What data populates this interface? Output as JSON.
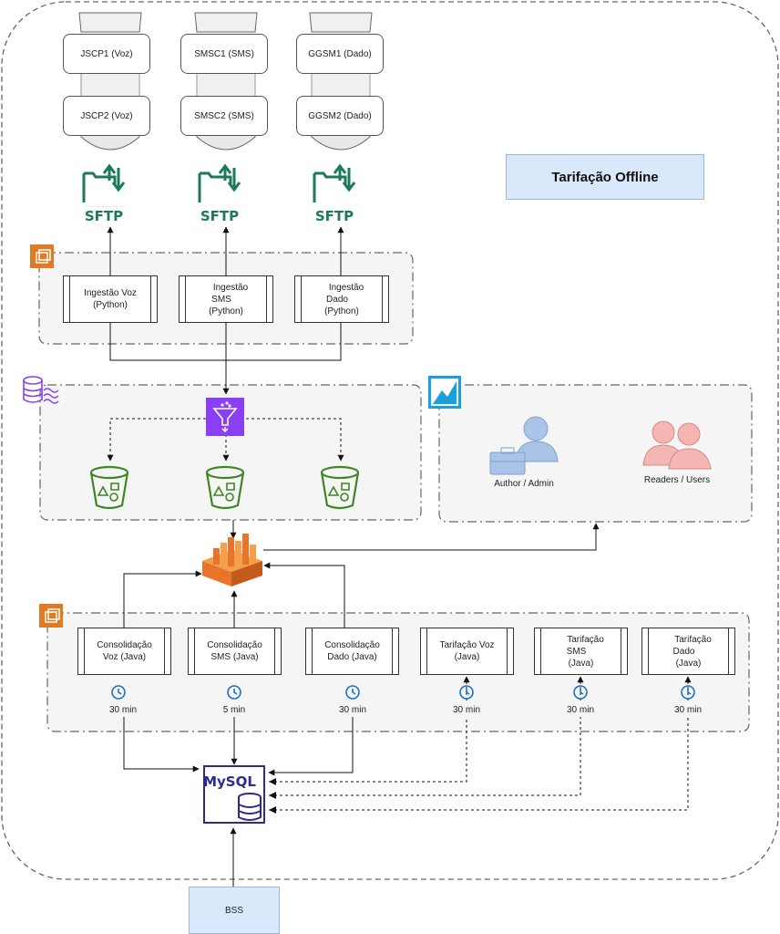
{
  "title": "Tarifação Offline",
  "sources": {
    "voz": [
      "JSCP1 (Voz)",
      "JSCP2 (Voz)"
    ],
    "sms": [
      "SMSC1 (SMS)",
      "SMSC2 (SMS)"
    ],
    "dado": [
      "GGSM1 (Dado)",
      "GGSM2 (Dado)"
    ]
  },
  "sftp_label": "SFTP",
  "ingestion": [
    {
      "line1": "Ingestão Voz",
      "line2": "(Python)"
    },
    {
      "line1": "Ingestão SMS",
      "line2": "(Python)"
    },
    {
      "line1": "Ingestão Dado",
      "line2": "(Python)"
    }
  ],
  "dashboard_users": {
    "author": "Author / Admin",
    "readers": "Readers / Users"
  },
  "processes": [
    {
      "line1": "Consolidação",
      "line2": "Voz (Java)",
      "timer": "30 min"
    },
    {
      "line1": "Consolidação",
      "line2": "SMS (Java)",
      "timer": "5 min"
    },
    {
      "line1": "Consolidação",
      "line2": "Dado (Java)",
      "timer": "30 min"
    },
    {
      "line1": "Tarifação Voz",
      "line2": "(Java)",
      "timer": "30 min"
    },
    {
      "line1": "Tarifação SMS",
      "line2": "(Java)",
      "timer": "30 min"
    },
    {
      "line1": "Tarifação Dado",
      "line2": "(Java)",
      "timer": "30 min"
    }
  ],
  "database_label": "MySQL",
  "bss_label": "BSS",
  "colors": {
    "sftp_green": "#1b7a5a",
    "bucket_green": "#3f8624",
    "filter_purple": "#8a3ff5",
    "mysql_navy": "#2e2b8f",
    "redshift_orange": "#e8742b",
    "ec2_orange": "#e07b24",
    "user_blue": "#a9c4e6",
    "user_pink": "#f3b6b3",
    "timer_blue": "#1a73c8",
    "group_fill": "#f5f5f5"
  }
}
